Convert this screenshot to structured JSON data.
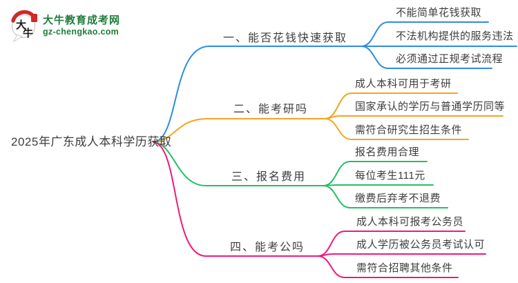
{
  "logo": {
    "title": "大牛教育成考网",
    "domain": "gz-chengkao.com",
    "icon_char1": "大",
    "icon_char2": "牛",
    "green": "#1e7c3b",
    "red": "#ce2a26"
  },
  "mindmap": {
    "root": {
      "label": "2025年广东成人本科学历获取"
    },
    "branches": [
      {
        "label": "一、能否花钱快速获取",
        "color": "#2e8be0",
        "children": [
          "不能简单花钱获取",
          "不法机构提供的服务违法",
          "必须通过正规考试流程"
        ]
      },
      {
        "label": "二、能考研吗",
        "color": "#f5a41f",
        "children": [
          "成人本科可用于考研",
          "国家承认的学历与普通学历同等",
          "需符合研究生招生条件"
        ]
      },
      {
        "label": "三、报名费用",
        "color": "#23bf62",
        "children": [
          "报名费用合理",
          "每位考生111元",
          "缴费后弃考不退费"
        ]
      },
      {
        "label": "四、能考公吗",
        "color": "#f0187b",
        "children": [
          "成人本科可报考公务员",
          "成人学历被公务员考试认可",
          "需符合招聘其他条件"
        ]
      }
    ]
  }
}
